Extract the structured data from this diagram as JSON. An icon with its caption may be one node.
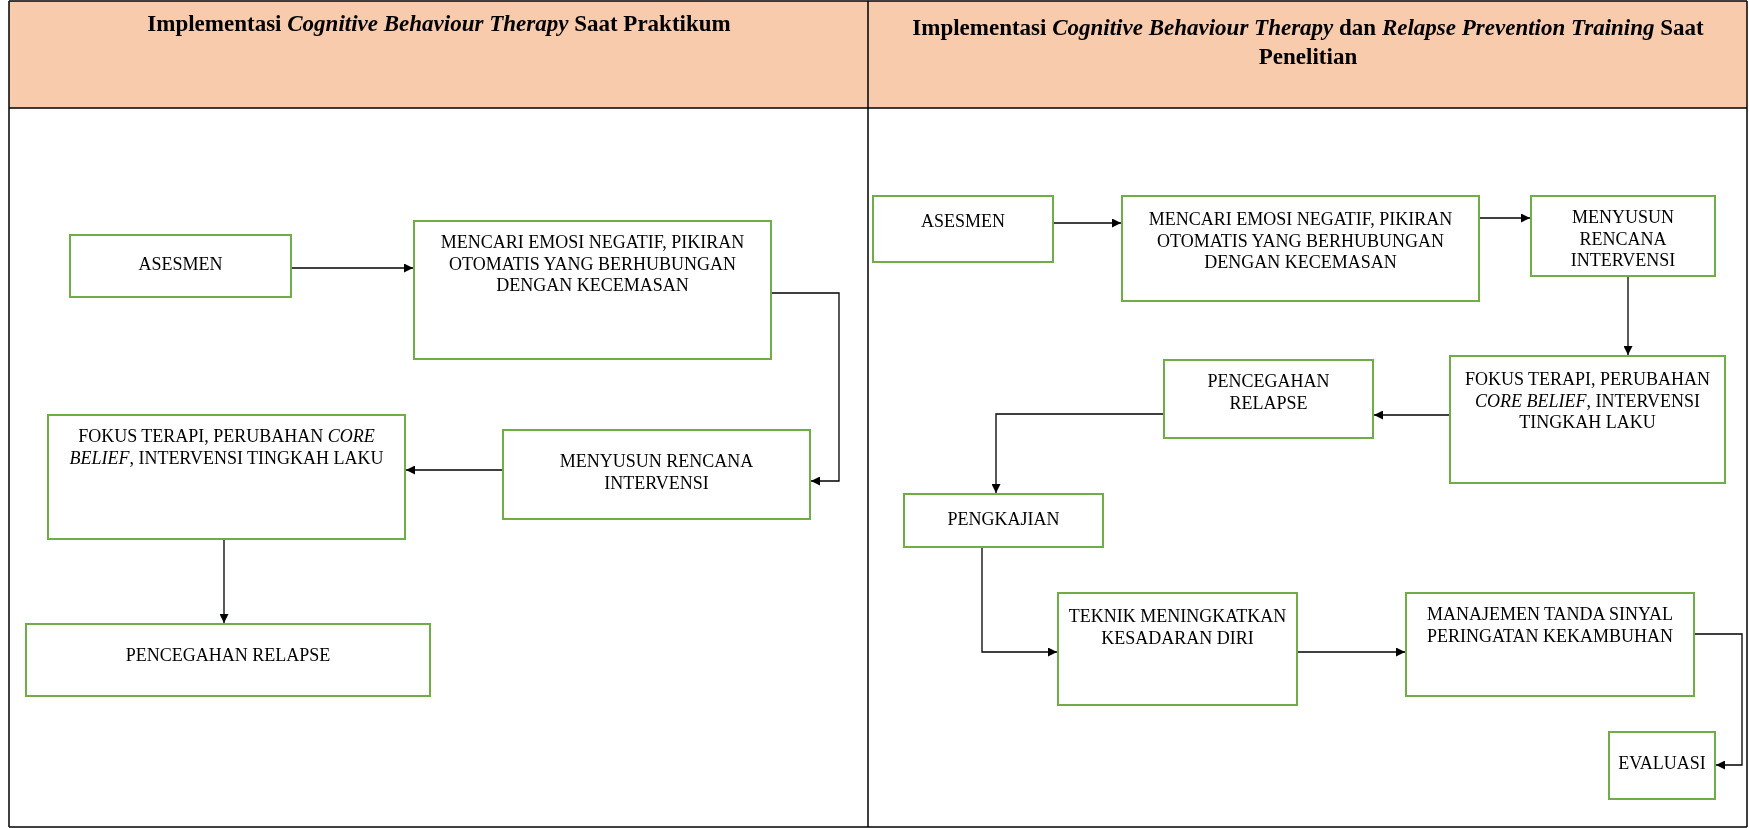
{
  "diagram": {
    "nodes": [
      {
        "text": [
          "ASESMEN"
        ]
      },
      {
        "text": [
          "MENCARI EMOSI NEGATIF, PIKIRAN OTOMATIS YANG BERHUBUNGAN DENGAN KECEMASAN"
        ]
      },
      {
        "text": [
          "MENYUSUN RENCANA INTERVENSI"
        ]
      },
      {
        "text": [
          "FOKUS TERAPI, PERUBAHAN *CORE BELIEF*, INTERVENSI TINGKAH LAKU"
        ]
      },
      {
        "text": [
          "PENCEGAHAN RELAPSE"
        ]
      },
      {
        "text": [
          "ASESMEN"
        ]
      },
      {
        "text": [
          "MENCARI EMOSI NEGATIF, PIKIRAN OTOMATIS YANG BERHUBUNGAN DENGAN KECEMASAN"
        ]
      },
      {
        "text": [
          "MENYUSUN RENCANA INTERVENSI"
        ]
      },
      {
        "text": [
          "FOKUS TERAPI, PERUBAHAN *CORE BELIEF*, INTERVENSI TINGKAH LAKU"
        ]
      },
      {
        "text": [
          "PENCEGAHAN RELAPSE"
        ]
      },
      {
        "text": [
          "PENGKAJIAN"
        ]
      },
      {
        "text": [
          "TEKNIK MENINGKATKAN KESADARAN DIRI"
        ]
      },
      {
        "text": [
          "MANAJEMEN TANDA SINYAL PERINGATAN KEKAMBUHAN"
        ]
      },
      {
        "text": [
          "EVALUASI"
        ]
      }
    ],
    "edges": [
      {
        "from": 0,
        "to": 1,
        "arrow": "to"
      },
      {
        "from": 1,
        "to": 2,
        "arrow": "to"
      },
      {
        "from": 2,
        "to": 3,
        "arrow": "to"
      },
      {
        "from": 3,
        "to": 4,
        "arrow": "to"
      },
      {
        "from": 5,
        "to": 6,
        "arrow": "to"
      },
      {
        "from": 6,
        "to": 7,
        "arrow": "to"
      },
      {
        "from": 7,
        "to": 8,
        "arrow": "to"
      },
      {
        "from": 8,
        "to": 9,
        "arrow": "to"
      },
      {
        "from": 9,
        "to": 10,
        "arrow": "to"
      },
      {
        "from": 10,
        "to": 11,
        "arrow": "to"
      },
      {
        "from": 11,
        "to": 12,
        "arrow": "to"
      },
      {
        "from": 12,
        "to": 13,
        "arrow": "to"
      }
    ],
    "labels": [
      "Implementasi *Cognitive Behaviour Therapy* Saat Praktikum",
      "Implementasi *Cognitive Behaviour Therapy* dan *Relapse Prevention Training* Saat Penelitian"
    ]
  }
}
